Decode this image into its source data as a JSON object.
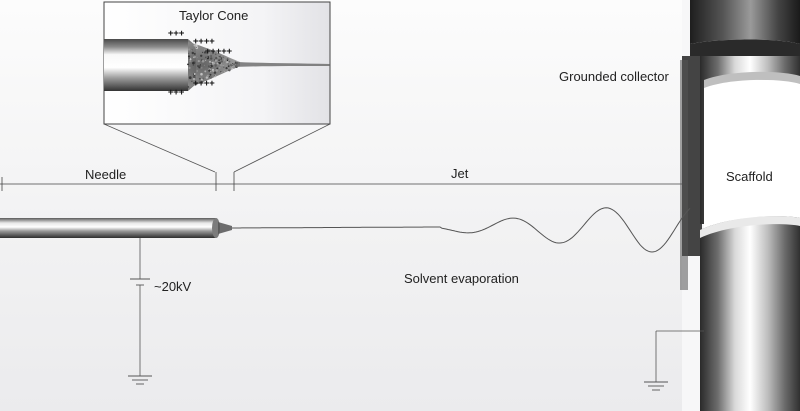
{
  "labels": {
    "taylor_cone": "Taylor Cone",
    "grounded_collector": "Grounded collector",
    "needle": "Needle",
    "jet": "Jet",
    "scaffold": "Scaffold",
    "voltage": "~20kV",
    "solvent_evaporation": "Solvent evaporation"
  },
  "inset": {
    "charge_marks": [
      "+++",
      "++++",
      "+++++",
      "++++",
      "+++"
    ]
  },
  "colors": {
    "line": "#333333",
    "metal_dark": "#3a3a3a",
    "metal_light": "#f2f2f2",
    "background": "#f4f4f4"
  }
}
